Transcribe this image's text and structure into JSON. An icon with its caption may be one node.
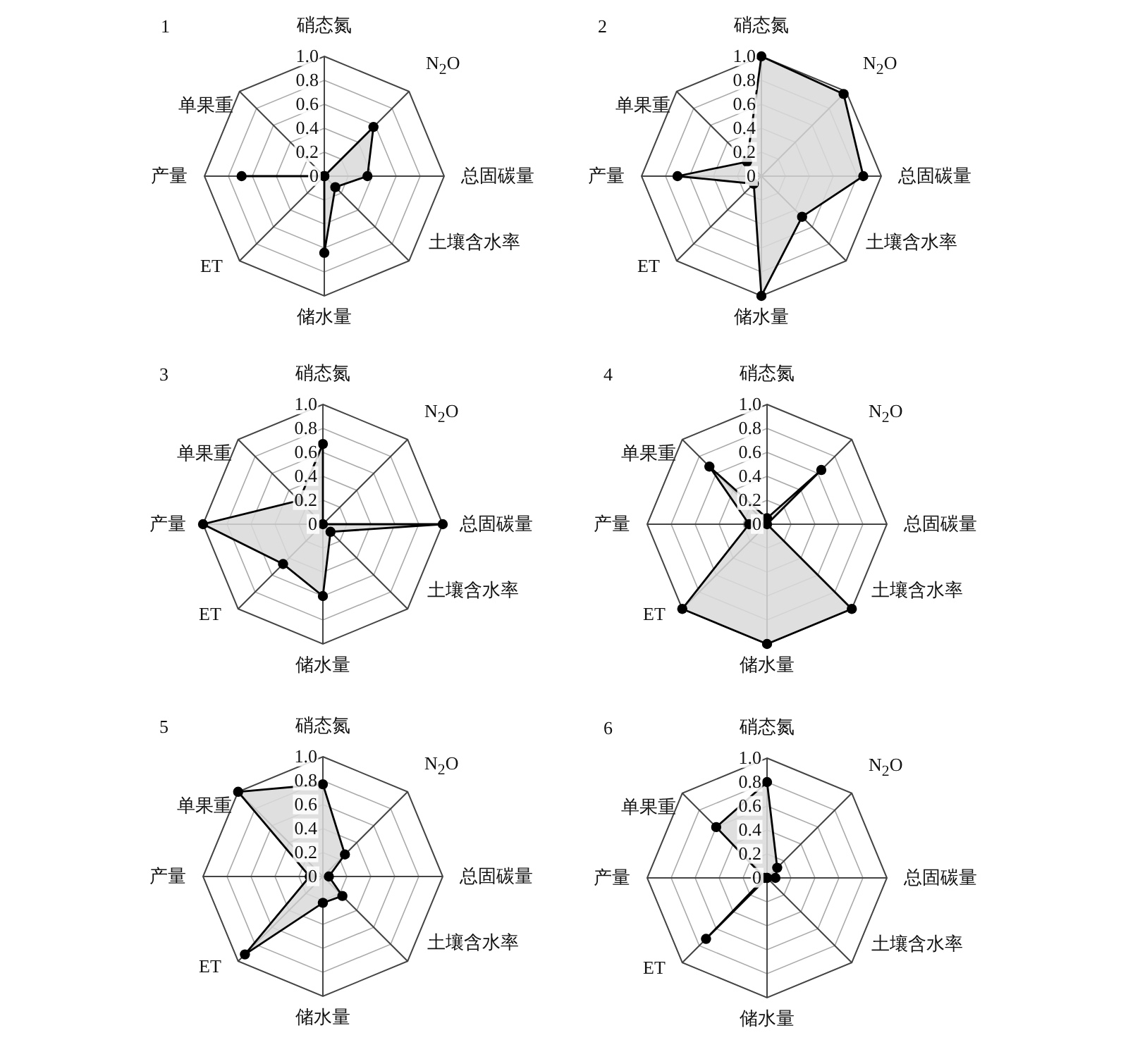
{
  "diagram": {
    "labels": [
      "1",
      "硝态氮",
      "N$_{2}$O",
      "总固碳量",
      "土壤含水率",
      "储水量",
      "ET",
      "产量",
      "单果重",
      "1.0",
      "0.8",
      "0.6",
      "0.4",
      "0.2",
      "0",
      "2",
      "硝态氮",
      "N$_{2}$O",
      "总固碳量",
      "土壤含水率",
      "储水量",
      "ET",
      "产量",
      "单果重",
      "1.0",
      "0.8",
      "0.6",
      "0.4",
      "0.2",
      "0",
      "3",
      "硝态氮",
      "N$_{2}$O",
      "总固碳量",
      "土壤含水率",
      "储水量",
      "ET",
      "产量",
      "单果重",
      "1.0",
      "0.8",
      "0.6",
      "0.4",
      "0.2",
      "0",
      "4",
      "硝态氮",
      "N$_{2}$O",
      "总固碳量",
      "土壤含水率",
      "储水量",
      "ET",
      "产量",
      "单果重",
      "1.0",
      "0.8",
      "0.6",
      "0.4",
      "0.2",
      "0",
      "5",
      "硝态氮",
      "N$_{2}$O",
      "总固碳量",
      "土壤含水率",
      "储水量",
      "ET",
      "产量",
      "单果重",
      "1.0",
      "0.8",
      "0.6",
      "0.4",
      "0.2",
      "0",
      "6",
      "硝态氮",
      "N$_{2}$O",
      "总固碳量",
      "土壤含水率",
      "储水量",
      "ET",
      "产量",
      "单果重",
      "1.0",
      "0.8",
      "0.6",
      "0.4",
      "0.2",
      "0"
    ]
  }
}
